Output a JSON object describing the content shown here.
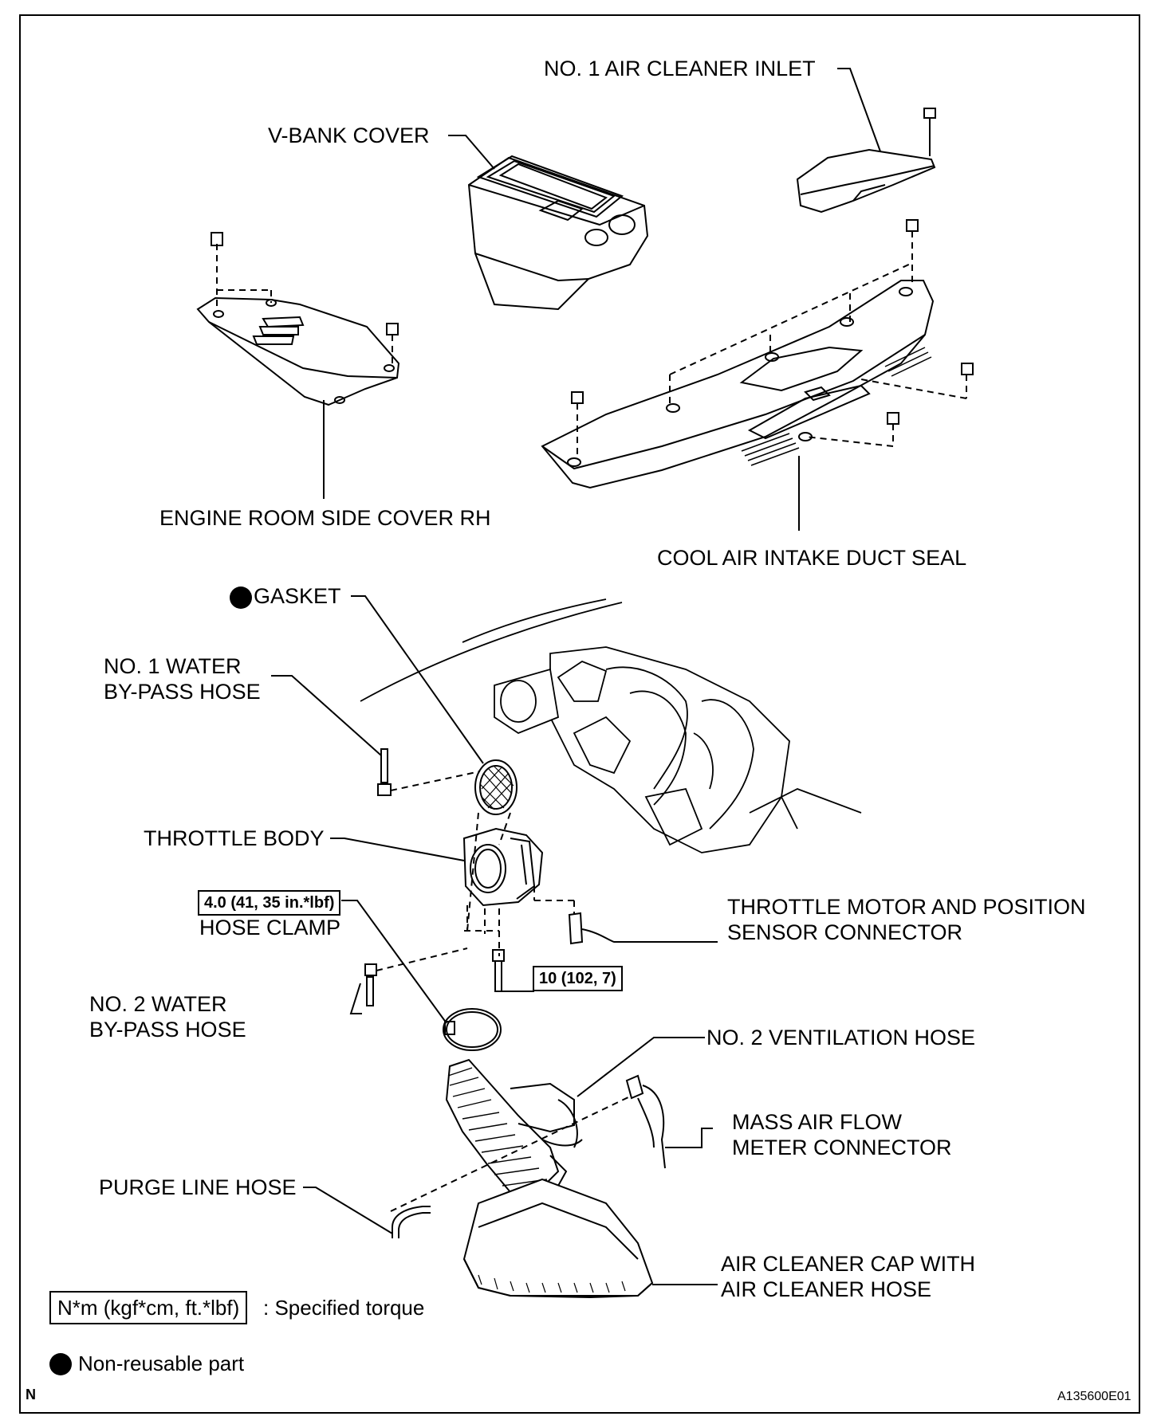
{
  "labels": {
    "no1_air_cleaner_inlet": "NO. 1 AIR CLEANER INLET",
    "v_bank_cover": "V-BANK COVER",
    "engine_room_side_cover_rh": "ENGINE ROOM SIDE COVER RH",
    "cool_air_intake_duct_seal": "COOL AIR INTAKE DUCT SEAL",
    "gasket": "GASKET",
    "no1_water_bypass_hose": "NO. 1 WATER\nBY-PASS HOSE",
    "throttle_body": "THROTTLE BODY",
    "hose_clamp": "HOSE CLAMP",
    "throttle_motor_connector": "THROTTLE MOTOR AND POSITION\nSENSOR CONNECTOR",
    "no2_water_bypass_hose": "NO. 2 WATER\nBY-PASS HOSE",
    "no2_ventilation_hose": "NO. 2 VENTILATION HOSE",
    "mass_air_flow_meter_connector": "MASS AIR FLOW\nMETER CONNECTOR",
    "purge_line_hose": "PURGE LINE HOSE",
    "air_cleaner_cap": "AIR CLEANER CAP WITH\nAIR CLEANER HOSE"
  },
  "torque": {
    "hose_clamp": "4.0 (41, 35 in.*lbf)",
    "throttle_bolt": "10 (102, 7)"
  },
  "legend": {
    "torque_box": "N*m (kgf*cm, ft.*lbf)",
    "torque_text": ": Specified torque",
    "nonreusable_text": "Non-reusable part"
  },
  "corner": {
    "orientation_mark": "N",
    "figure_code": "A135600E01"
  }
}
